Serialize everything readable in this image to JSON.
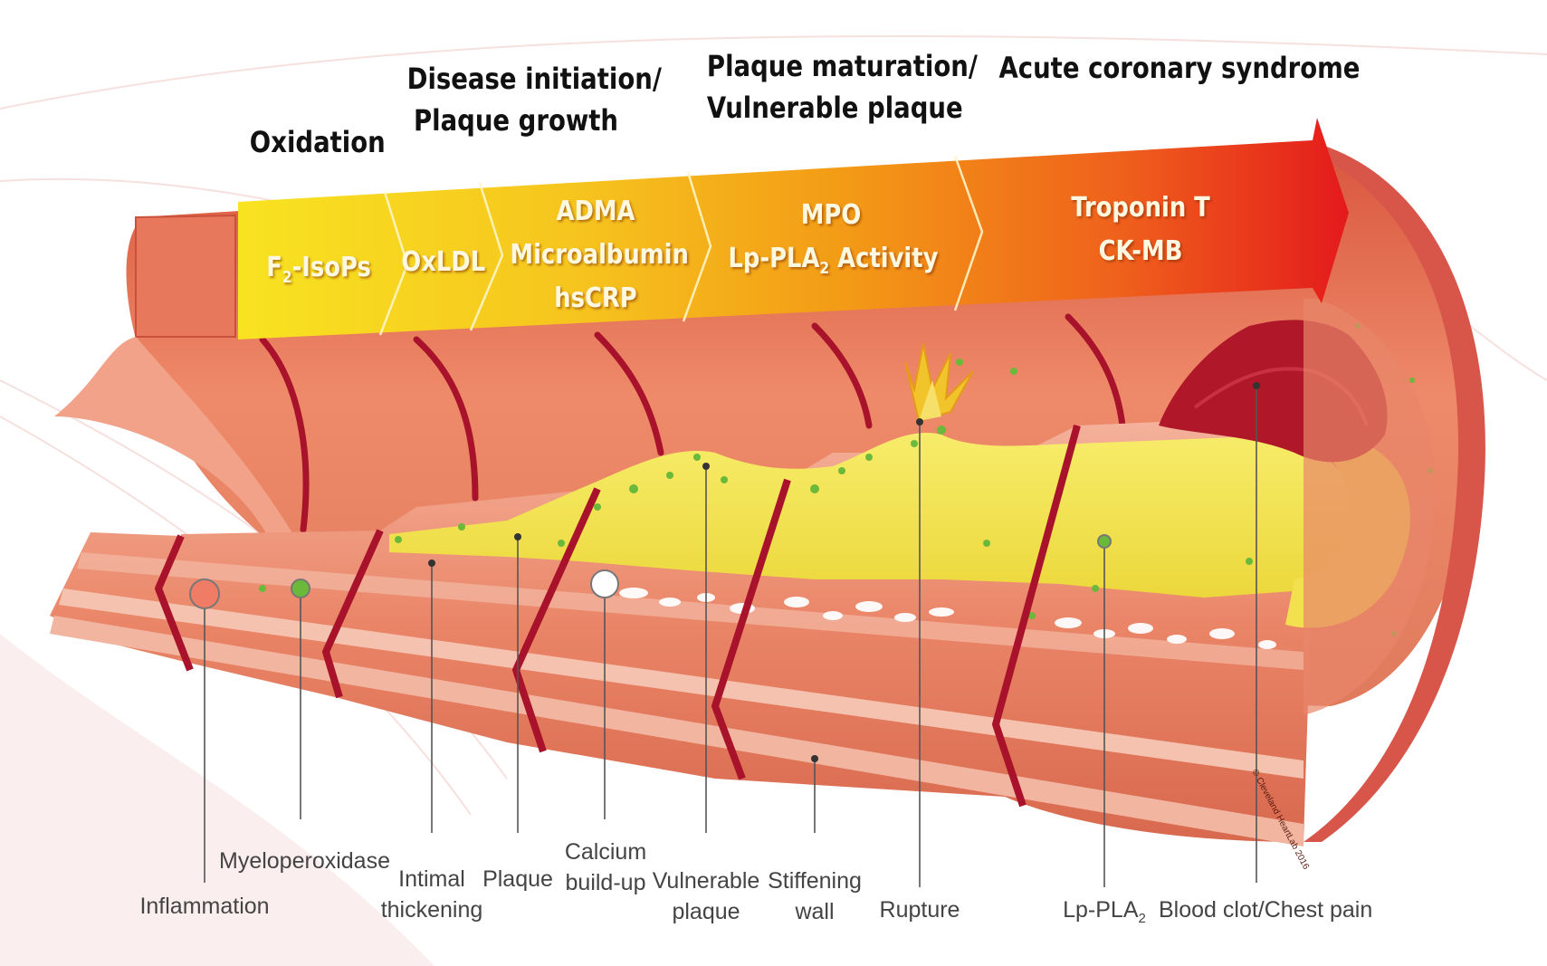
{
  "stages": {
    "oxidation": "Oxidation",
    "initiation_line1": "Disease initiation/",
    "initiation_line2": "Plaque growth",
    "maturation_line1": "Plaque maturation/",
    "maturation_line2": "Vulnerable plaque",
    "acs": "Acute coronary syndrome"
  },
  "markers": {
    "f2_isops_main": "F",
    "f2_isops_sub": "2",
    "f2_isops_rest": "-IsoPs",
    "oxldl": "OxLDL",
    "adma": "ADMA",
    "microalbumin": "Microalbumin",
    "hscrp": "hsCRP",
    "mpo": "MPO",
    "lppla2_main": "Lp-PLA",
    "lppla2_sub": "2",
    "lppla2_rest": " Activity",
    "troponin": "Troponin T",
    "ckmb": "CK-MB"
  },
  "callouts": {
    "inflammation": "Inflammation",
    "myeloperoxidase": "Myeloperoxidase",
    "intimal_line1": "Intimal",
    "intimal_line2": "thickening",
    "plaque": "Plaque",
    "calcium_line1": "Calcium",
    "calcium_line2": "build-up",
    "vulnerable_line1": "Vulnerable",
    "vulnerable_line2": "plaque",
    "stiffening_line1": "Stiffening",
    "stiffening_line2": "wall",
    "rupture": "Rupture",
    "lppla2_main": "Lp-PLA",
    "lppla2_sub": "2",
    "blood_clot": "Blood clot/Chest pain"
  },
  "copyright": "© Cleveland HeartLab 2016",
  "colors": {
    "arrow_start": "#f7d81c",
    "arrow_mid": "#f39a16",
    "arrow_end": "#e41a1c",
    "artery_wall": "#e9785a",
    "artery_dark": "#a8122a",
    "plaque_yellow": "#f3e351",
    "clot": "#b0182a",
    "callout_text": "#444444",
    "title_text": "#111111"
  }
}
